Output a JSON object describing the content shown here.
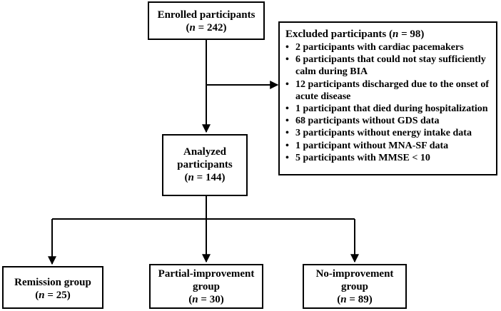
{
  "enrolled": {
    "label": "Enrolled participants",
    "n_prefix": "n",
    "n_value": " = 242)"
  },
  "excluded": {
    "title": "Excluded participants",
    "n_prefix": "n",
    "n_value": " = 98)",
    "items": [
      "2 participants with cardiac pacemakers",
      "6 participants that could not stay sufficiently calm during BIA",
      "12 participants discharged due to the onset of acute disease",
      "1 participant that died during hospitalization",
      "68 participants without GDS data",
      "3 participants without energy intake data",
      "1 participant without MNA-SF data",
      "5 participants with MMSE < 10"
    ]
  },
  "analyzed": {
    "label_line1": "Analyzed",
    "label_line2": "participants",
    "n_prefix": "n",
    "n_value": " = 144)"
  },
  "groups": [
    {
      "label_line1": "Remission group",
      "label_line2": "",
      "n_prefix": "n",
      "n_value": " = 25)"
    },
    {
      "label_line1": "Partial-improvement",
      "label_line2": "group",
      "n_prefix": "n",
      "n_value": " = 30)"
    },
    {
      "label_line1": "No-improvement",
      "label_line2": "group",
      "n_prefix": "n",
      "n_value": " = 89)"
    }
  ]
}
